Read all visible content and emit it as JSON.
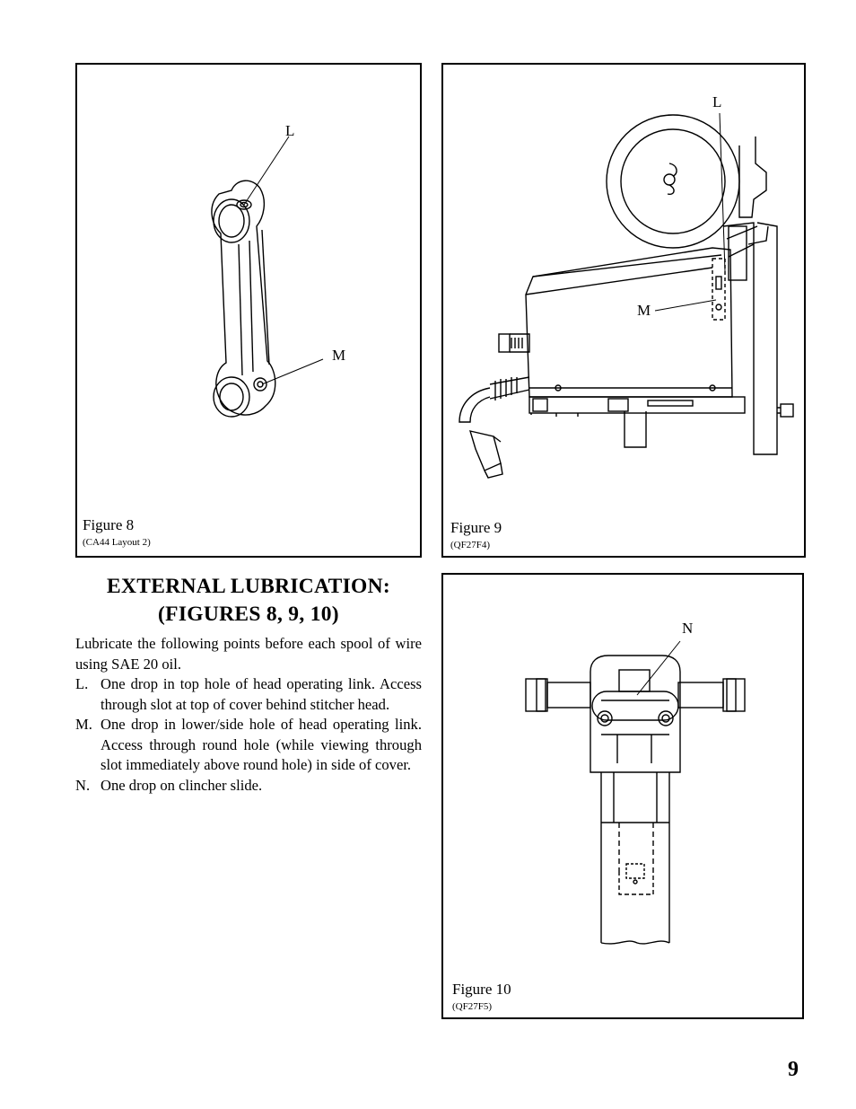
{
  "figures": {
    "fig8": {
      "title": "Figure  8",
      "code": "(CA44 Layout 2)",
      "callouts": {
        "l": "L",
        "m": "M"
      }
    },
    "fig9": {
      "title": "Figure  9",
      "code": "(QF27F4)",
      "callouts": {
        "l": "L",
        "m": "M"
      }
    },
    "fig10": {
      "title": "Figure  10",
      "code": "(QF27F5)",
      "callouts": {
        "n": "N"
      }
    }
  },
  "section": {
    "heading_line1": "EXTERNAL  LUBRICATION:",
    "heading_line2": "(FIGURES 8, 9, 10)",
    "intro": "Lubricate the following points before each spool of wire using SAE 20 oil.",
    "items": [
      {
        "label": "L.",
        "text": "One drop in top hole of head operating link. Access through slot at top of cover behind stitcher head."
      },
      {
        "label": "M.",
        "text": "One drop in lower/side hole of head operating link.  Access through round hole (while viewing through slot immediately above round hole) in side of cover."
      },
      {
        "label": "N.",
        "text": "One drop on clincher slide."
      }
    ]
  },
  "page_number": "9"
}
